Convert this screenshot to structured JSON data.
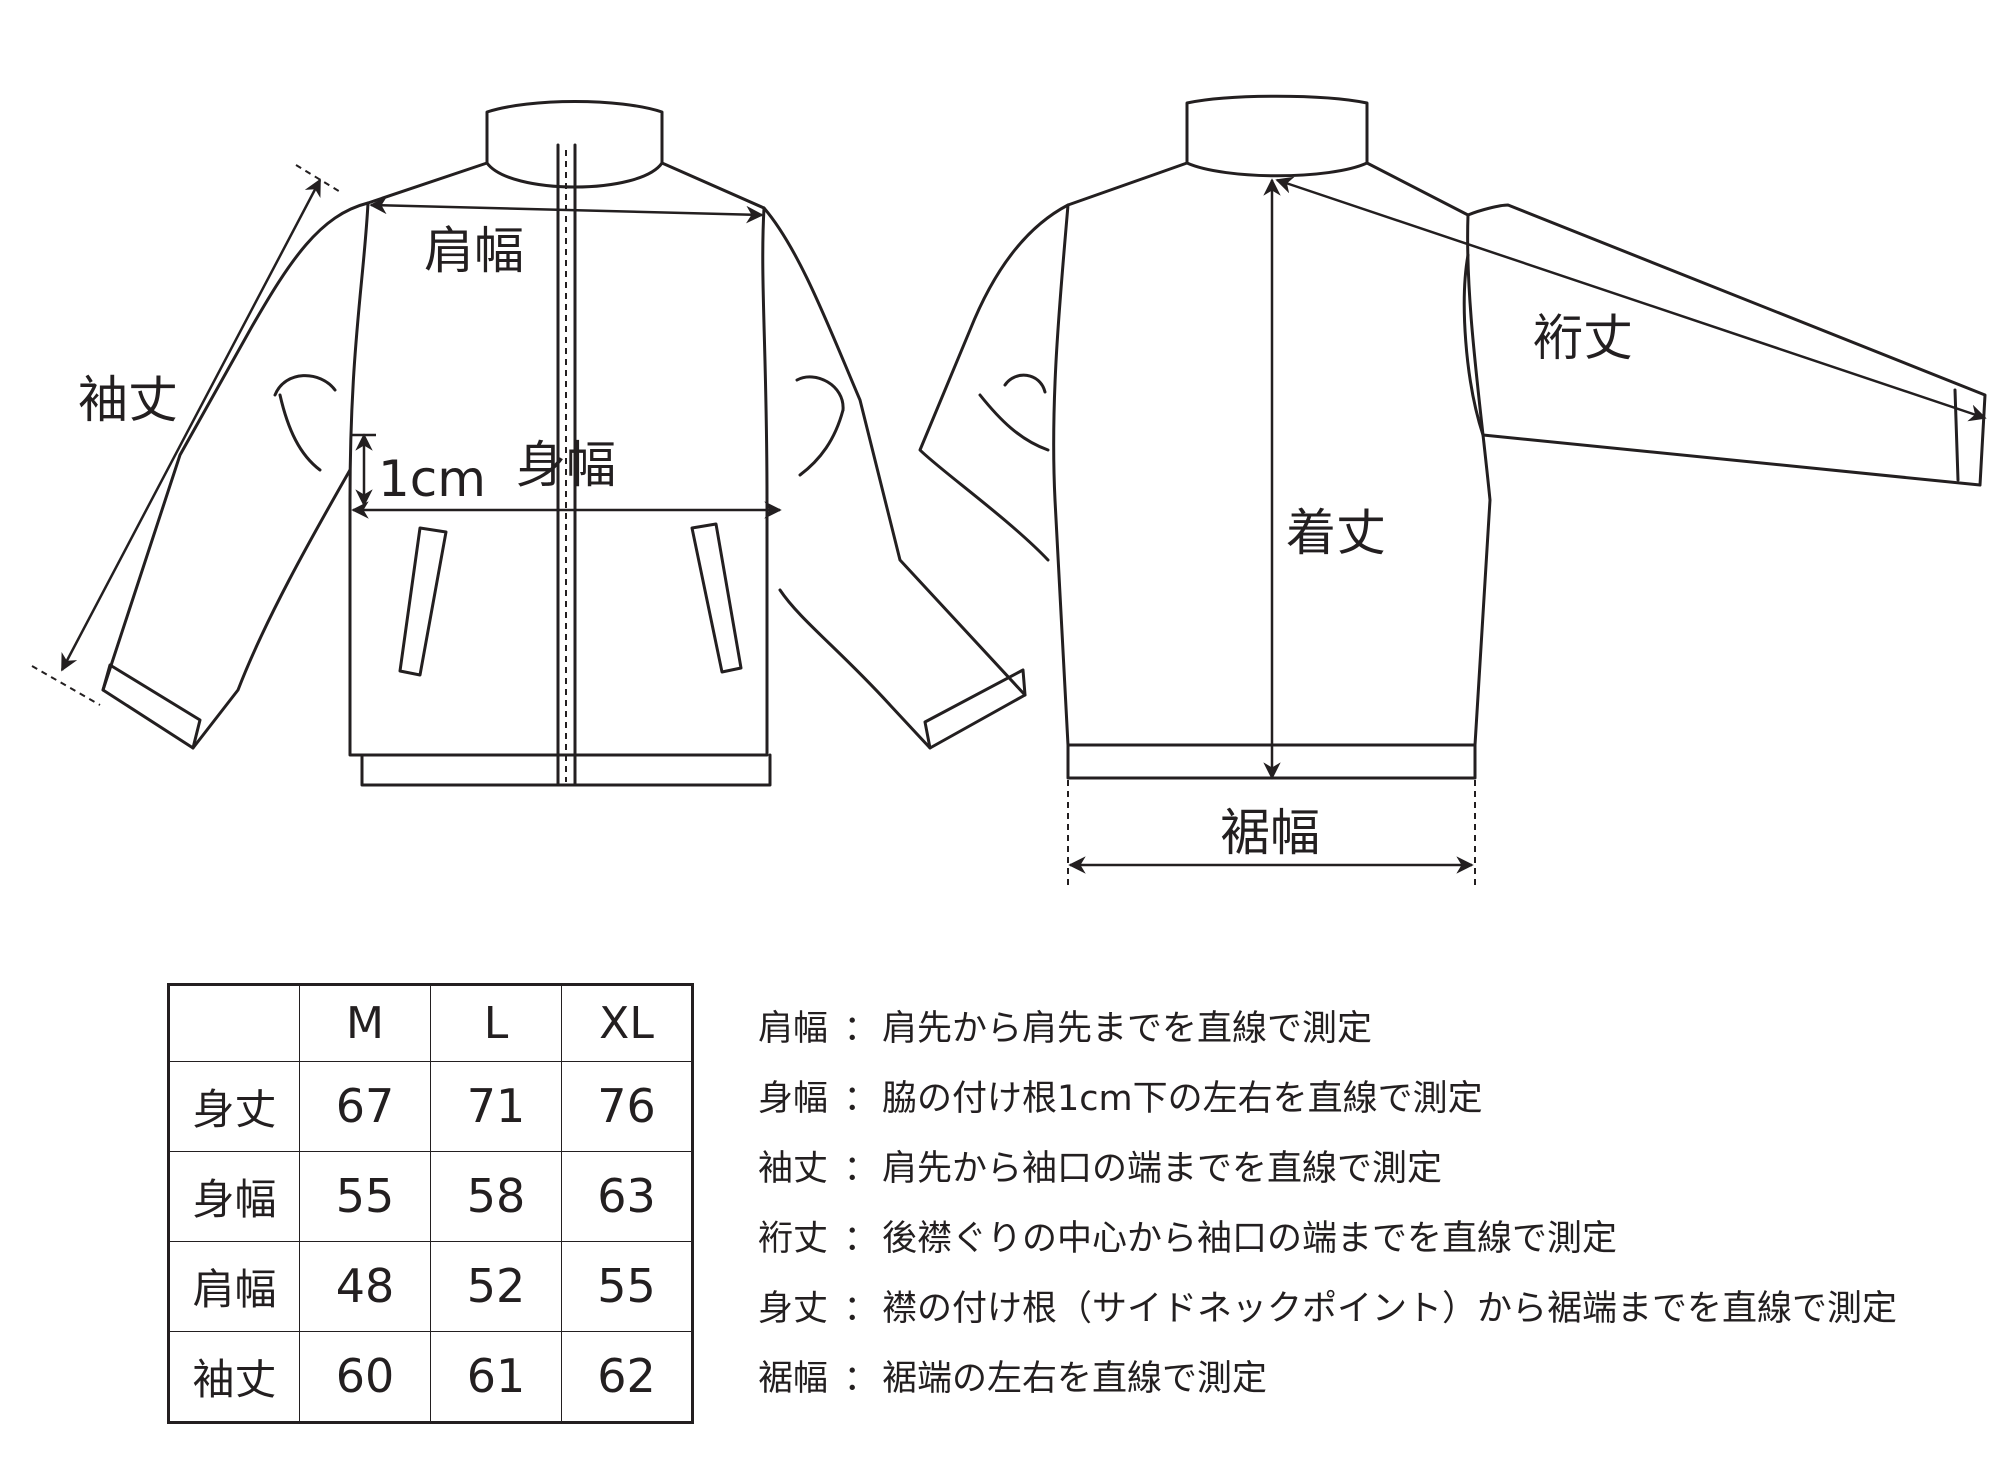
{
  "diagram": {
    "front_labels": {
      "shoulder": "肩幅",
      "sleeve": "袖丈",
      "body_width": "身幅",
      "offset": "1cm"
    },
    "back_labels": {
      "yuki": "裄丈",
      "length": "着丈",
      "hem": "裾幅"
    }
  },
  "size_table": {
    "columns": [
      "M",
      "L",
      "XL"
    ],
    "rows": [
      {
        "label": "身丈",
        "values": [
          "67",
          "71",
          "76"
        ]
      },
      {
        "label": "身幅",
        "values": [
          "55",
          "58",
          "63"
        ]
      },
      {
        "label": "肩幅",
        "values": [
          "48",
          "52",
          "55"
        ]
      },
      {
        "label": "袖丈",
        "values": [
          "60",
          "61",
          "62"
        ]
      }
    ]
  },
  "notes": [
    {
      "term": "肩幅",
      "sep": "：",
      "desc": "肩先から肩先までを直線で測定"
    },
    {
      "term": "身幅",
      "sep": "：",
      "desc": "脇の付け根1cm下の左右を直線で測定"
    },
    {
      "term": "袖丈",
      "sep": "：",
      "desc": "肩先から袖口の端までを直線で測定"
    },
    {
      "term": "裄丈",
      "sep": "：",
      "desc": "後襟ぐりの中心から袖口の端までを直線で測定"
    },
    {
      "term": "身丈",
      "sep": "：",
      "desc": "襟の付け根（サイドネックポイント）から裾端までを直線で測定"
    },
    {
      "term": "裾幅",
      "sep": "：",
      "desc": "裾端の左右を直線で測定"
    }
  ]
}
